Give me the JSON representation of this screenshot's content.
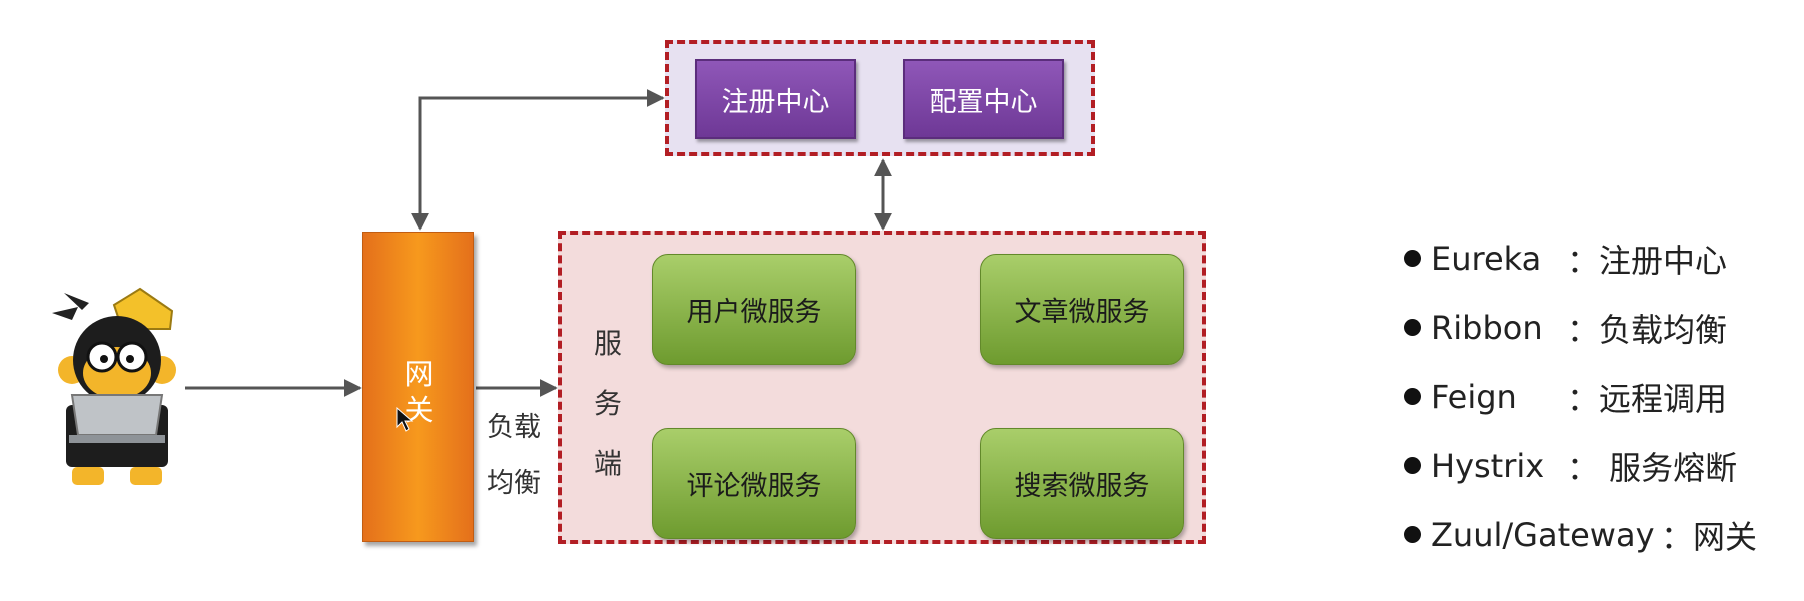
{
  "config_boxes": [
    "注册中心",
    "配置中心"
  ],
  "gateway_label": "网关",
  "load_balance_label": "负载均衡",
  "server_label": "服务端",
  "services": [
    "用户微服务",
    "文章微服务",
    "评论微服务",
    "搜索微服务"
  ],
  "legend": [
    {
      "name": "Eureka",
      "desc": "：注册中心"
    },
    {
      "name": "Ribbon",
      "desc": "：负载均衡"
    },
    {
      "name": "Feign",
      "desc": "：远程调用"
    },
    {
      "name": "Hystrix",
      "desc": "： 服务熔断"
    },
    {
      "name": "Zuul/Gateway",
      "desc": "：网关"
    }
  ],
  "colors": {
    "frame_border": "#b21e24",
    "config_fill": "#e7e1f1",
    "purple_box": "#7a3fa3",
    "service_fill": "#f3dcdc",
    "green_box": "#8cb54a",
    "gateway": "#f08a1c",
    "arrow": "#555555"
  },
  "icons": [
    "monkey-mascot-with-laptop-icon",
    "mouse-cursor-icon"
  ]
}
